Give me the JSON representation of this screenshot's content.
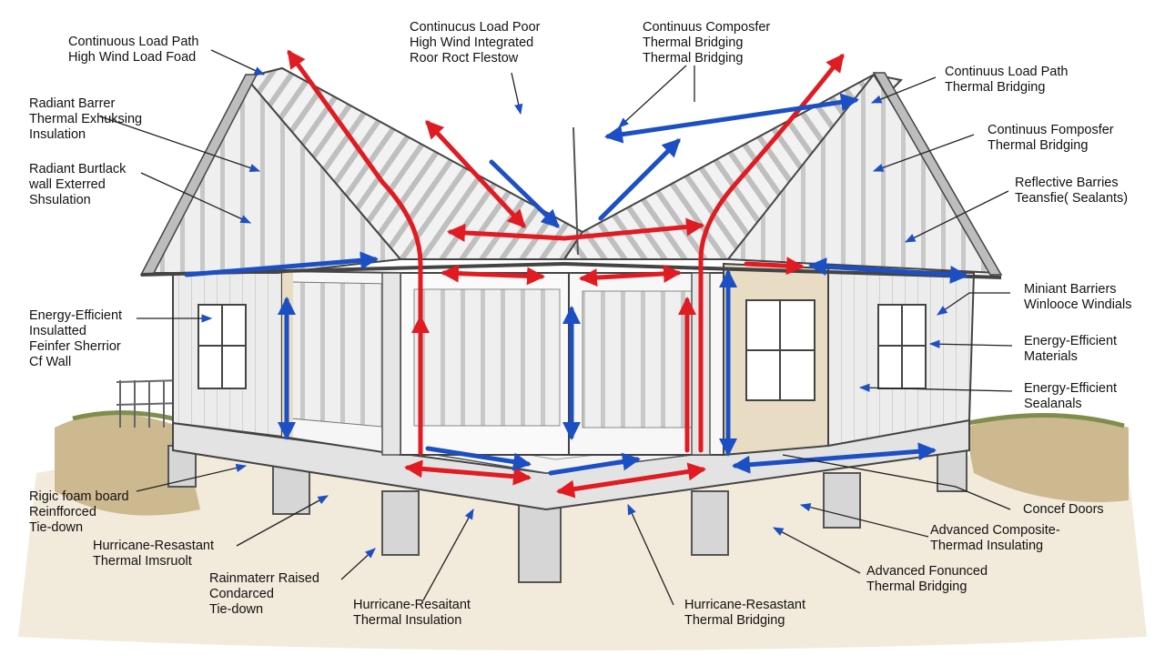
{
  "colors": {
    "heat_flow": "#e01b22",
    "cool_flow": "#1d4fc4",
    "framing": "#c9cacb",
    "linework": "#3a3a3a",
    "insulation_panel": "#e8dcc4",
    "ground": "#d9c9a8",
    "grass": "#8a9a5b"
  },
  "icons": {
    "arrow_marker_red": "arrow-head-red",
    "arrow_marker_blue": "arrow-head-blue"
  },
  "labels": {
    "top_left": [
      "Continuous Load Path",
      "High Wind Load Foad"
    ],
    "top_center": [
      "Continucus Load Poor",
      "High Wind Integrated",
      "Roor Roct Flestow"
    ],
    "top_right": [
      "Continuus Composfer",
      "Thermal Bridging",
      "Thermal Bridging"
    ],
    "left_1": [
      "Radiant Barrer",
      "Thermal Exhuksing",
      "Insulation"
    ],
    "left_2": [
      "Radiant Burtlack",
      "wall Exterred",
      "Shsulation"
    ],
    "left_3": [
      "Energy-Efficient",
      "Insulatted",
      "Feinfer Sherrior",
      "Cf Wall"
    ],
    "left_4": [
      "Rigic foam board",
      "Reinfforced",
      "Tie-down"
    ],
    "bottom_left_1": [
      "Hurricane-Resastant",
      "Thermal Imsruolt"
    ],
    "bottom_left_2": [
      "Rainmaterr Raised",
      "Condarced",
      "Tie-down"
    ],
    "bottom_center_1": [
      "Hurricane-Resaitant",
      "Thermal Insulation"
    ],
    "bottom_center_2": [
      "Hurricane-Resastant",
      "Thermal Bridging"
    ],
    "right_1": [
      "Continuus Load Path",
      "Thermal Bridging"
    ],
    "right_2": [
      "Continuus Fomposfer",
      "Thermal Bridging"
    ],
    "right_3": [
      "Reflective Barries",
      "Teansfie( Sealants)"
    ],
    "right_4": [
      "Miniant Barriers",
      "Winlooce Windials"
    ],
    "right_5": [
      "Energy-Efficient",
      "Materials"
    ],
    "right_6": [
      "Energy-Efficient",
      "Sealanals"
    ],
    "right_7": [
      "Concef Doors"
    ],
    "right_8": [
      "Advanced Composite-",
      "Thermad Insulating"
    ],
    "right_9": [
      "Advanced Fonunced",
      "Thermal Bridging"
    ]
  }
}
